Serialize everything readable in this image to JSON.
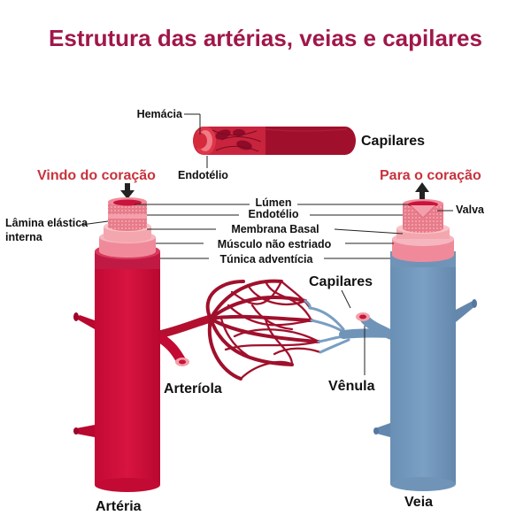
{
  "title": "Estrutura das artérias, veias e capilares",
  "labels": {
    "hemacia": "Hemácia",
    "capilares_top": "Capilares",
    "endotelio_top": "Endotélio",
    "vindo": "Vindo do coração",
    "para": "Para o coração",
    "lumen": "Lúmen",
    "endotelio": "Endotélio",
    "membrana_basal": "Membrana Basal",
    "musculo": "Músculo não estriado",
    "tunica": "Túnica adventícia",
    "lamina_1": "Lâmina elástica",
    "lamina_2": "interna",
    "valva": "Valva",
    "capilares_mid": "Capilares",
    "arteriola": "Arteríola",
    "venula": "Vênula",
    "arteria": "Artéria",
    "veia": "Veia"
  },
  "colors": {
    "title": "#a0174a",
    "direction_text": "#c8323c",
    "artery": "#d0103a",
    "artery_dark": "#a80a2e",
    "vein": "#6f94b8",
    "vein_dark": "#5a7ea3",
    "capillary_red": "#a0102c",
    "capillary_blue": "#6f94b8",
    "wall_pink": "#f4a6ae",
    "wall_light": "#f8c4c8",
    "red_blood_cell": "#d42a3c"
  }
}
